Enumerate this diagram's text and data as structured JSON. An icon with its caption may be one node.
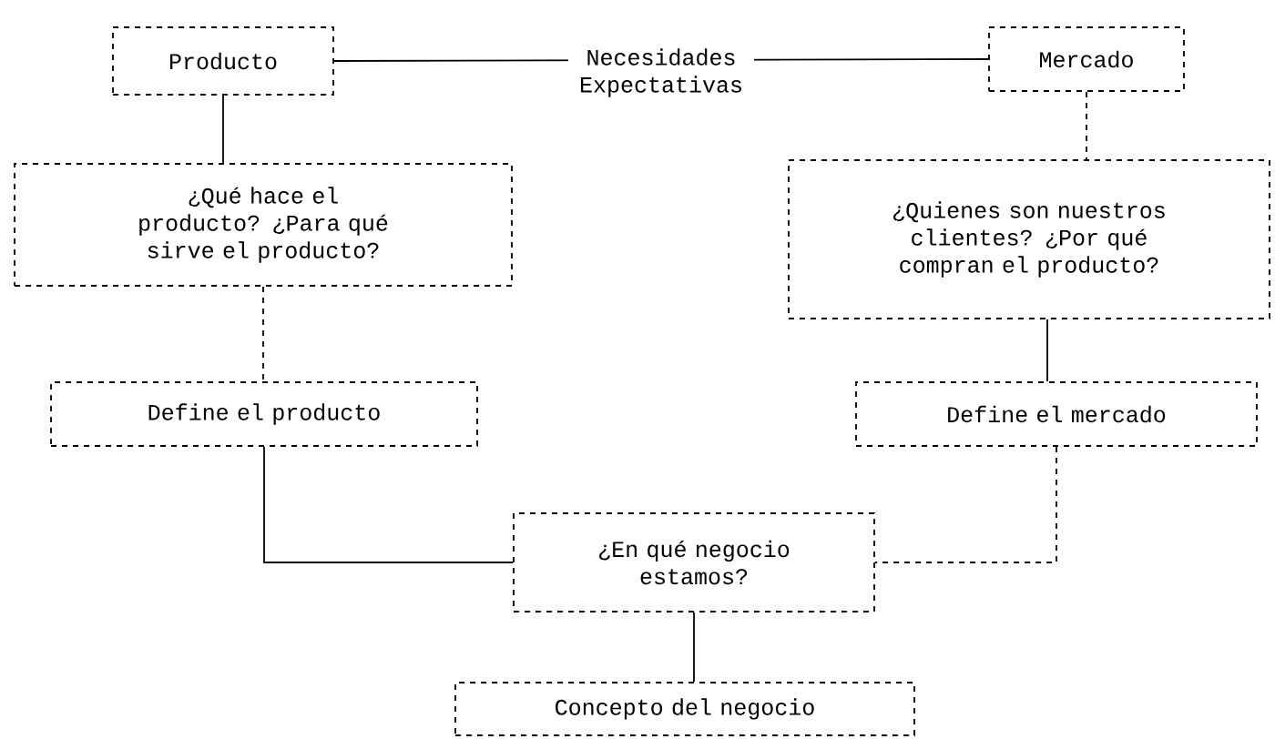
{
  "diagram": {
    "nodes": [
      {
        "text": [
          "Producto"
        ]
      },
      {
        "text": [
          "Mercado"
        ]
      },
      {
        "text": [
          "¿Qué hace el producto? ¿Para qué sirve el producto?"
        ]
      },
      {
        "text": [
          "¿Quienes son nuestros clientes? ¿Por qué compran el producto?"
        ]
      },
      {
        "text": [
          "Define el producto"
        ]
      },
      {
        "text": [
          "Define el mercado"
        ]
      },
      {
        "text": [
          "¿En qué negocio estamos?"
        ]
      },
      {
        "text": [
          "Concepto del negocio"
        ]
      }
    ],
    "edges": [
      {
        "from": 0,
        "to": 1,
        "arrow": "none",
        "label": "Necesidades Expectativas"
      },
      {
        "from": 0,
        "to": 2,
        "arrow": "none"
      },
      {
        "from": 1,
        "to": 3,
        "arrow": "none",
        "style": "dashed"
      },
      {
        "from": 2,
        "to": 4,
        "arrow": "none",
        "style": "dashed"
      },
      {
        "from": 3,
        "to": 5,
        "arrow": "none"
      },
      {
        "from": 4,
        "to": 6,
        "arrow": "none"
      },
      {
        "from": 5,
        "to": 6,
        "arrow": "none",
        "style": "dashed"
      },
      {
        "from": 6,
        "to": 7,
        "arrow": "none"
      }
    ]
  }
}
